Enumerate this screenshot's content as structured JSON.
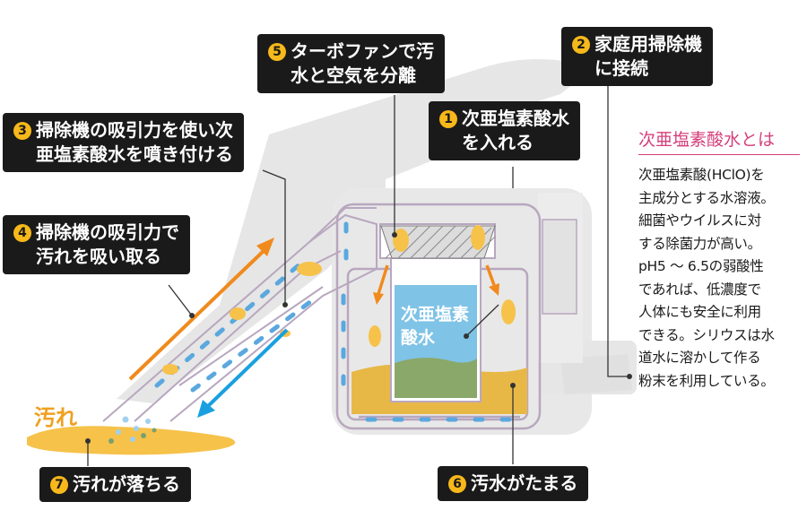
{
  "callouts": {
    "c1": {
      "num": "1",
      "line1": "次亜塩素酸水",
      "line2": "を入れる"
    },
    "c2": {
      "num": "2",
      "line1": "家庭用掃除機",
      "line2": "に接続"
    },
    "c3": {
      "num": "3",
      "line1": "掃除機の吸引力を使い次",
      "line2": "亜塩素酸水を噴き付ける"
    },
    "c4": {
      "num": "4",
      "line1": "掃除機の吸引力で",
      "line2": "汚れを吸い取る"
    },
    "c5": {
      "num": "5",
      "line1": "ターボファンで汚",
      "line2": "水と空気を分離"
    },
    "c6": {
      "num": "6",
      "line1": "汚水がたまる"
    },
    "c7": {
      "num": "7",
      "line1": "汚れが落ちる"
    }
  },
  "labels": {
    "dirt": "汚れ",
    "liquid": "次亜塩素\n酸水"
  },
  "info": {
    "title": "次亜塩素酸水とは",
    "body": "次亜塩素酸(HClO)を\n主成分とする水溶液。\n細菌やウイルスに対\nする除菌力が高い。\npH5 ～ 6.5の弱酸性\nであれば、低濃度で\n人体にも安全に利用\nできる。シリウスは水\n道水に溶かして作る\n粉末を利用している。"
  },
  "colors": {
    "callout_bg": "#1a1a1a",
    "number_badge": "#f6b81a",
    "device_outline": "#b8a7bf",
    "body_gray": "#e6e6e6",
    "orange_arrow": "#f08a1c",
    "blue_arrow": "#1aa0e0",
    "dirt_yellow": "#f6c24a",
    "liquid_blue": "#7fc3e6",
    "info_title": "#d43f7a"
  }
}
